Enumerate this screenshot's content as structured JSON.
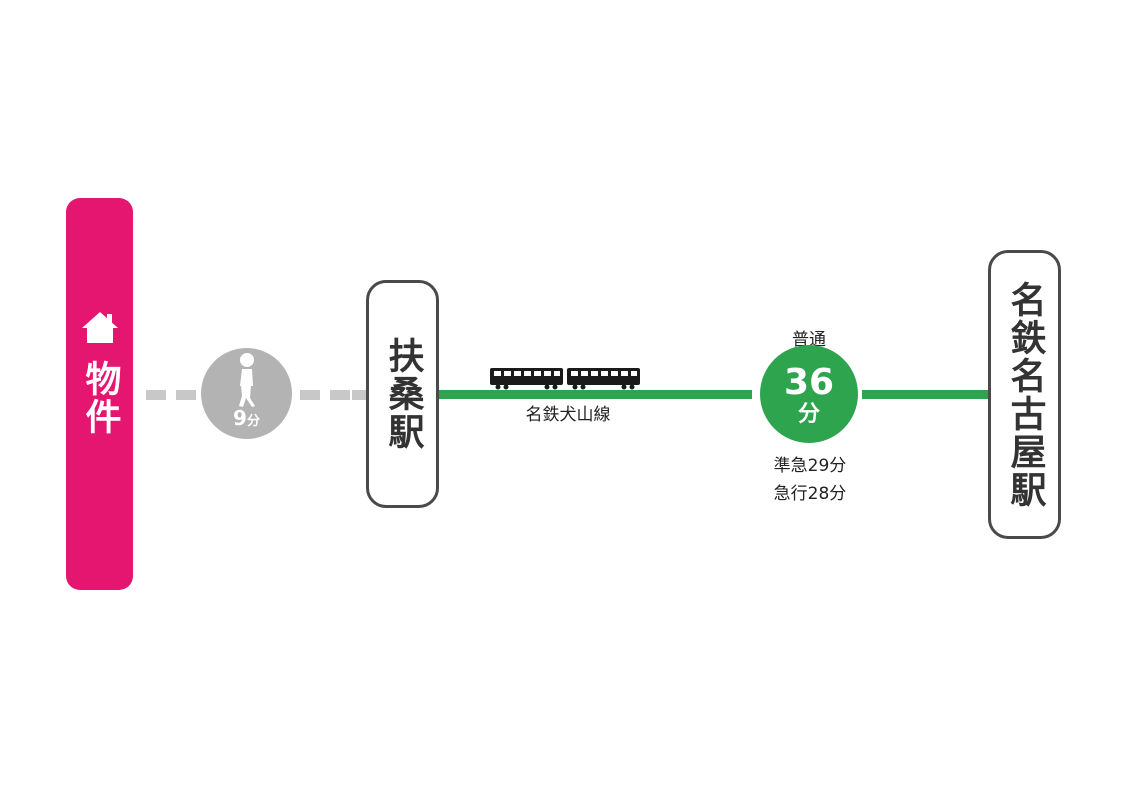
{
  "property": {
    "label": "物件",
    "icon": "house-icon",
    "color": "#e5166f"
  },
  "walk": {
    "minutes": "9",
    "unit": "分",
    "icon": "walking-person-icon"
  },
  "stations": {
    "origin": "扶桑駅",
    "destination": "名鉄名古屋駅"
  },
  "train": {
    "line_name": "名鉄犬山線",
    "icon": "train-icon",
    "line_color": "#2ea44f"
  },
  "ride": {
    "service": "普通",
    "minutes": "36",
    "unit": "分",
    "semi_express": "準急29分",
    "express": "急行28分"
  }
}
